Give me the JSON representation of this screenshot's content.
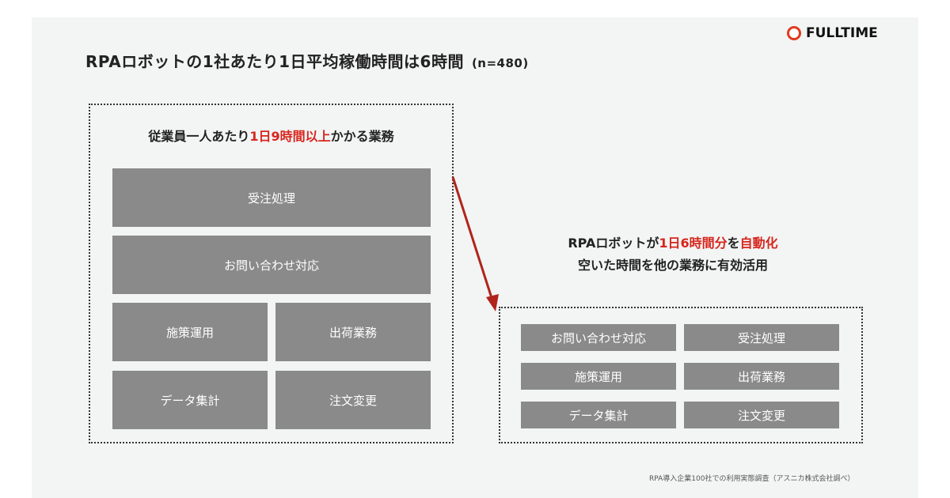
{
  "title": "RPAロボットの1社あたり1日平均稼働時間は6時間",
  "sample": "(n=480)",
  "logo": "FULLTIME",
  "left": {
    "heading_pre": "従業員一人あたり",
    "heading_red": "1日9時間以上",
    "heading_post": "かかる業務",
    "tasks": [
      "受注処理",
      "お問い合わせ対応",
      "施策運用",
      "出荷業務",
      "データ集計",
      "注文変更"
    ]
  },
  "middle": {
    "line1_pre": "RPAロボットが",
    "line1_red1": "1日6時間分",
    "line1_mid": "を",
    "line1_red2": "自動化",
    "line2": "空いた時間を他の業務に有効活用"
  },
  "right": {
    "tasks": [
      "お問い合わせ対応",
      "受注処理",
      "施策運用",
      "出荷業務",
      "データ集計",
      "注文変更"
    ]
  },
  "footnote": "RPA導入企業100社での利用実態調査（アスニカ株式会社調べ）",
  "colors": {
    "accent": "#d7261d",
    "tile": "#8a8a8a"
  }
}
